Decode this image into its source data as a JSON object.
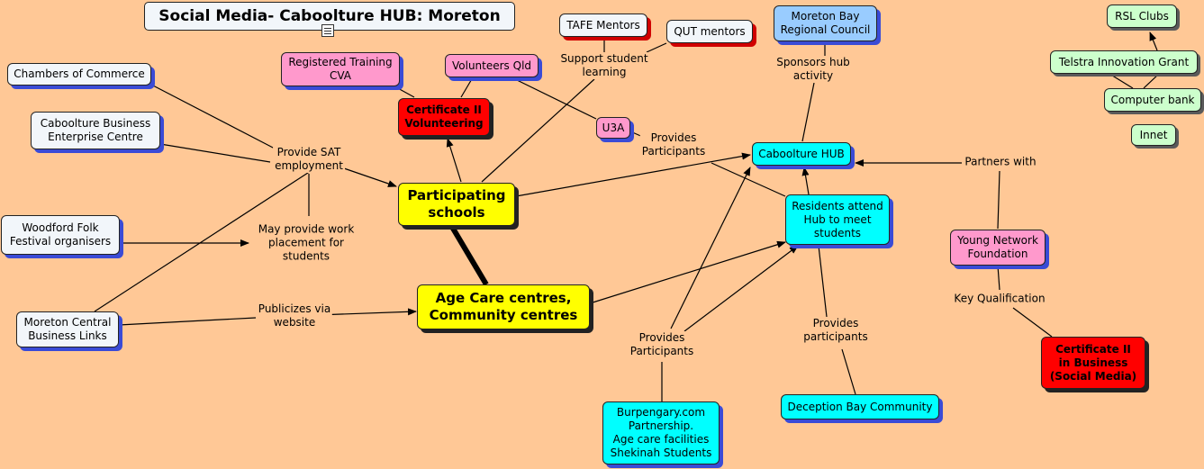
{
  "title": "Social Media- Caboolture HUB: Moreton",
  "nodes": {
    "chambers": "Chambers of Commerce",
    "caboolture_business": "Caboolture Business\nEnterprise Centre",
    "woodford": "Woodford Folk\nFestival organisers",
    "moreton_central": "Moreton Central\nBusiness Links",
    "registered_training": "Registered Training\nCVA",
    "volunteers_qld": "Volunteers Qld",
    "cert2_volunteering": "Certificate II\nVolunteering",
    "tafe_mentors": "TAFE Mentors",
    "qut_mentors": "QUT mentors",
    "u3a": "U3A",
    "participating_schools": "Participating\nschools",
    "age_care": "Age Care centres,\nCommunity centres",
    "moreton_bay_council": "Moreton Bay\nRegional Council",
    "caboolture_hub": "Caboolture HUB",
    "residents": "Residents attend\nHub to meet\nstudents",
    "burpengary": "Burpengary.com\nPartnership.\nAge care facilities\nShekinah Students",
    "deception_bay": "Deception Bay Community",
    "young_network": "Young Network\nFoundation",
    "cert2_business": "Certificate II\nin Business\n(Social Media)",
    "rsl_clubs": "RSL Clubs",
    "telstra": "Telstra Innovation Grant",
    "computer_bank": "Computer bank",
    "innet": "Innet"
  },
  "labels": {
    "provide_sat": "Provide SAT\nemployment",
    "work_placement": "May provide work\nplacement for\nstudents",
    "publicizes": "Publicizes via\nwebsite",
    "support_student": "Support student\nlearning",
    "provides_participants_u3a": "Provides\nParticipants",
    "sponsors_hub": "Sponsors hub\nactivity",
    "partners_with": "Partners with",
    "key_qualification": "Key Qualification",
    "provides_participants_burp": "Provides\nParticipants",
    "provides_participants_db": "Provides\nparticipants"
  },
  "colors": {
    "background": "#FFC896",
    "white_node": "#F2F6FA",
    "pink_node": "#FF99CC",
    "red_node": "#FF0000",
    "yellow_node": "#FFFF00",
    "cyan_node": "#00FFFF",
    "blue_node": "#99CCFF",
    "green_node": "#CCFFCC",
    "node_shadow": "#3A4BD6"
  }
}
